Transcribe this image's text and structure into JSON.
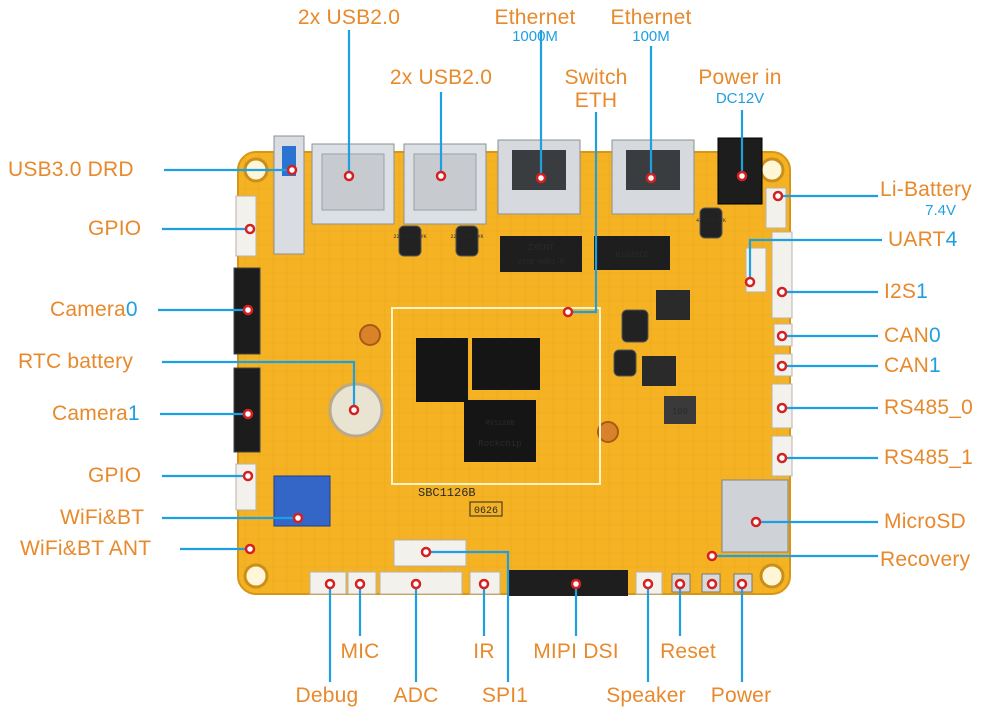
{
  "labels": {
    "usb_top": "2x USB2.0",
    "usb_mid": "2x USB2.0",
    "eth1_title": "Ethernet",
    "eth1_speed": "1000M",
    "eth2_title": "Ethernet",
    "eth2_speed": "100M",
    "switch_line1": "Switch",
    "switch_line2": "ETH",
    "power_in": "Power in",
    "power_spec": "DC12V",
    "usb3": "USB3.0 DRD",
    "gpio_top": "GPIO",
    "camera0_name": "Camera",
    "camera0_idx": "0",
    "rtc": "RTC battery",
    "camera1_name": "Camera",
    "camera1_idx": "1",
    "gpio_bottom": "GPIO",
    "wifi": "WiFi&BT",
    "wifi_ant": "WiFi&BT ANT",
    "li_battery": "Li-Battery",
    "li_battery_spec": "7.4V",
    "uart_name": "UART",
    "uart_idx": "4",
    "i2s_name": "I2S",
    "i2s_idx": "1",
    "can0_name": "CAN",
    "can0_idx": "0",
    "can1_name": "CAN",
    "can1_idx": "1",
    "rs485_0": "RS485_0",
    "rs485_1": "RS485_1",
    "microsd": "MicroSD",
    "recovery": "Recovery",
    "mic": "MIC",
    "adc": "ADC",
    "ir": "IR",
    "mipi": "MIPI DSI",
    "reset": "Reset",
    "debug": "Debug",
    "spi": "SPI1",
    "speaker": "Speaker",
    "power": "Power"
  },
  "board": {
    "name": "SBC1126B",
    "code": "0626",
    "soc_brand": "Rockchip",
    "soc_model": "RV1126B",
    "switch_chip_1": "ZXCNT",
    "switch_chip_2": "ZXGE-04D1-R",
    "phy_chip": "H1601CG",
    "inductor_1": "4R7",
    "inductor_2": "4R7",
    "inductor_3": "100",
    "cap_1": "220 10V 5YK",
    "cap_2": "220 10V 5YK",
    "cap_3": "47 25V 5YK"
  },
  "colors": {
    "label": "#e8892b",
    "label_accent": "#1f9fe0",
    "pcb": "#f5b324",
    "line": "#1f9fe0",
    "marker": "#d62020"
  }
}
